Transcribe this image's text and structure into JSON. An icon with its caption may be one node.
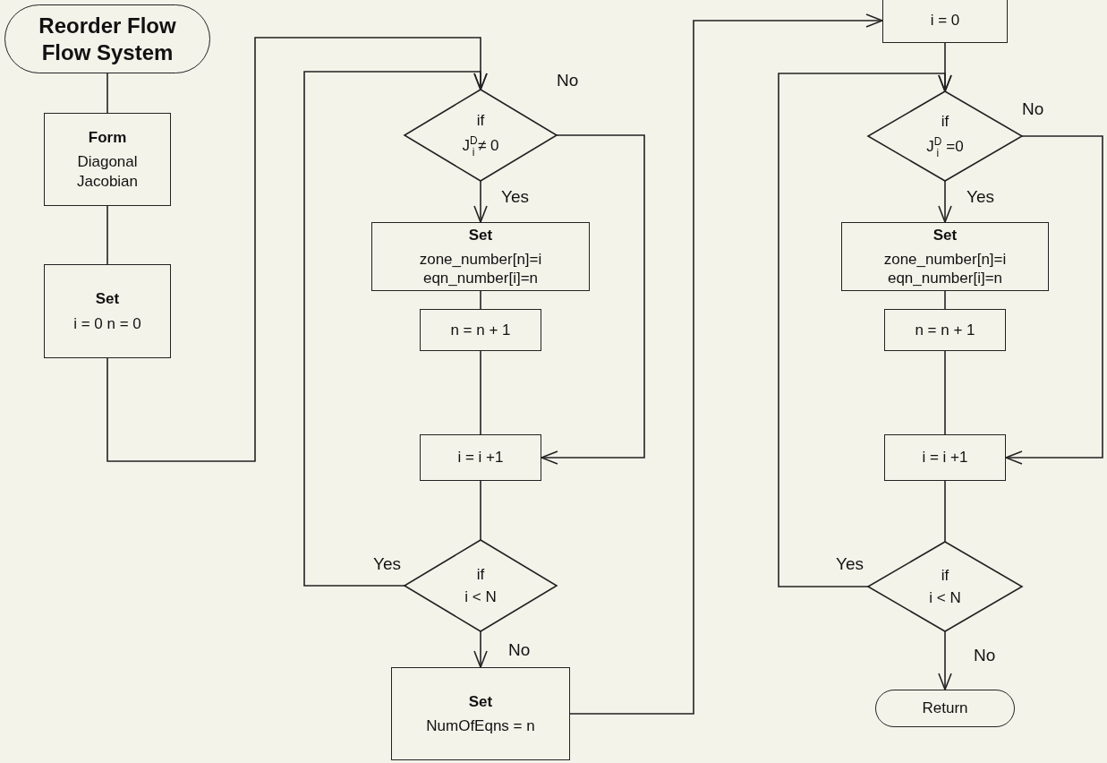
{
  "diagram": {
    "nodes": [
      {
        "text": [
          "Reorder Flow Flow System"
        ]
      },
      {
        "text": [
          "Form",
          "Diagonal Jacobian"
        ]
      },
      {
        "text": [
          "Set",
          "i = 0 n = 0"
        ]
      },
      {
        "text": [
          "if",
          "J$^{D}$$_{i}$≠ 0"
        ]
      },
      {
        "text": [
          "Set",
          "zone_number[n]=i eqn_number[i]=n"
        ]
      },
      {
        "text": [
          "n = n + 1"
        ]
      },
      {
        "text": [
          "i = i +1"
        ]
      },
      {
        "text": [
          "if",
          "i < N"
        ]
      },
      {
        "text": [
          "Set",
          "NumOfEqns = n"
        ]
      },
      {
        "text": [
          "i = 0"
        ]
      },
      {
        "text": [
          "if",
          "J$^{D}$$_{i}$ =0"
        ]
      },
      {
        "text": [
          "Set",
          "zone_number[n]=i eqn_number[i]=n"
        ]
      },
      {
        "text": [
          "n = n + 1"
        ]
      },
      {
        "text": [
          "i = i +1"
        ]
      },
      {
        "text": [
          "if",
          "i < N"
        ]
      },
      {
        "text": [
          "Return"
        ]
      }
    ],
    "edges": [
      {
        "from": 0,
        "to": 1,
        "arrow": "none"
      },
      {
        "from": 1,
        "to": 2,
        "arrow": "none"
      },
      {
        "from": 2,
        "to": 3,
        "arrow": "to"
      },
      {
        "from": 3,
        "to": 4,
        "arrow": "to",
        "label": "Yes"
      },
      {
        "from": 3,
        "to": 6,
        "arrow": "to",
        "label": "No"
      },
      {
        "from": 4,
        "to": 5,
        "arrow": "none"
      },
      {
        "from": 5,
        "to": 6,
        "arrow": "none"
      },
      {
        "from": 6,
        "to": 7,
        "arrow": "none"
      },
      {
        "from": 7,
        "to": 3,
        "arrow": "to",
        "label": "Yes"
      },
      {
        "from": 7,
        "to": 8,
        "arrow": "to",
        "label": "No"
      },
      {
        "from": 8,
        "to": 9,
        "arrow": "to"
      },
      {
        "from": 9,
        "to": 10,
        "arrow": "to"
      },
      {
        "from": 10,
        "to": 11,
        "arrow": "to",
        "label": "Yes"
      },
      {
        "from": 10,
        "to": 13,
        "arrow": "to",
        "label": "No"
      },
      {
        "from": 11,
        "to": 12,
        "arrow": "none"
      },
      {
        "from": 12,
        "to": 13,
        "arrow": "none"
      },
      {
        "from": 13,
        "to": 14,
        "arrow": "none"
      },
      {
        "from": 14,
        "to": 10,
        "arrow": "to",
        "label": "Yes"
      },
      {
        "from": 14,
        "to": 15,
        "arrow": "to",
        "label": "No"
      }
    ]
  }
}
